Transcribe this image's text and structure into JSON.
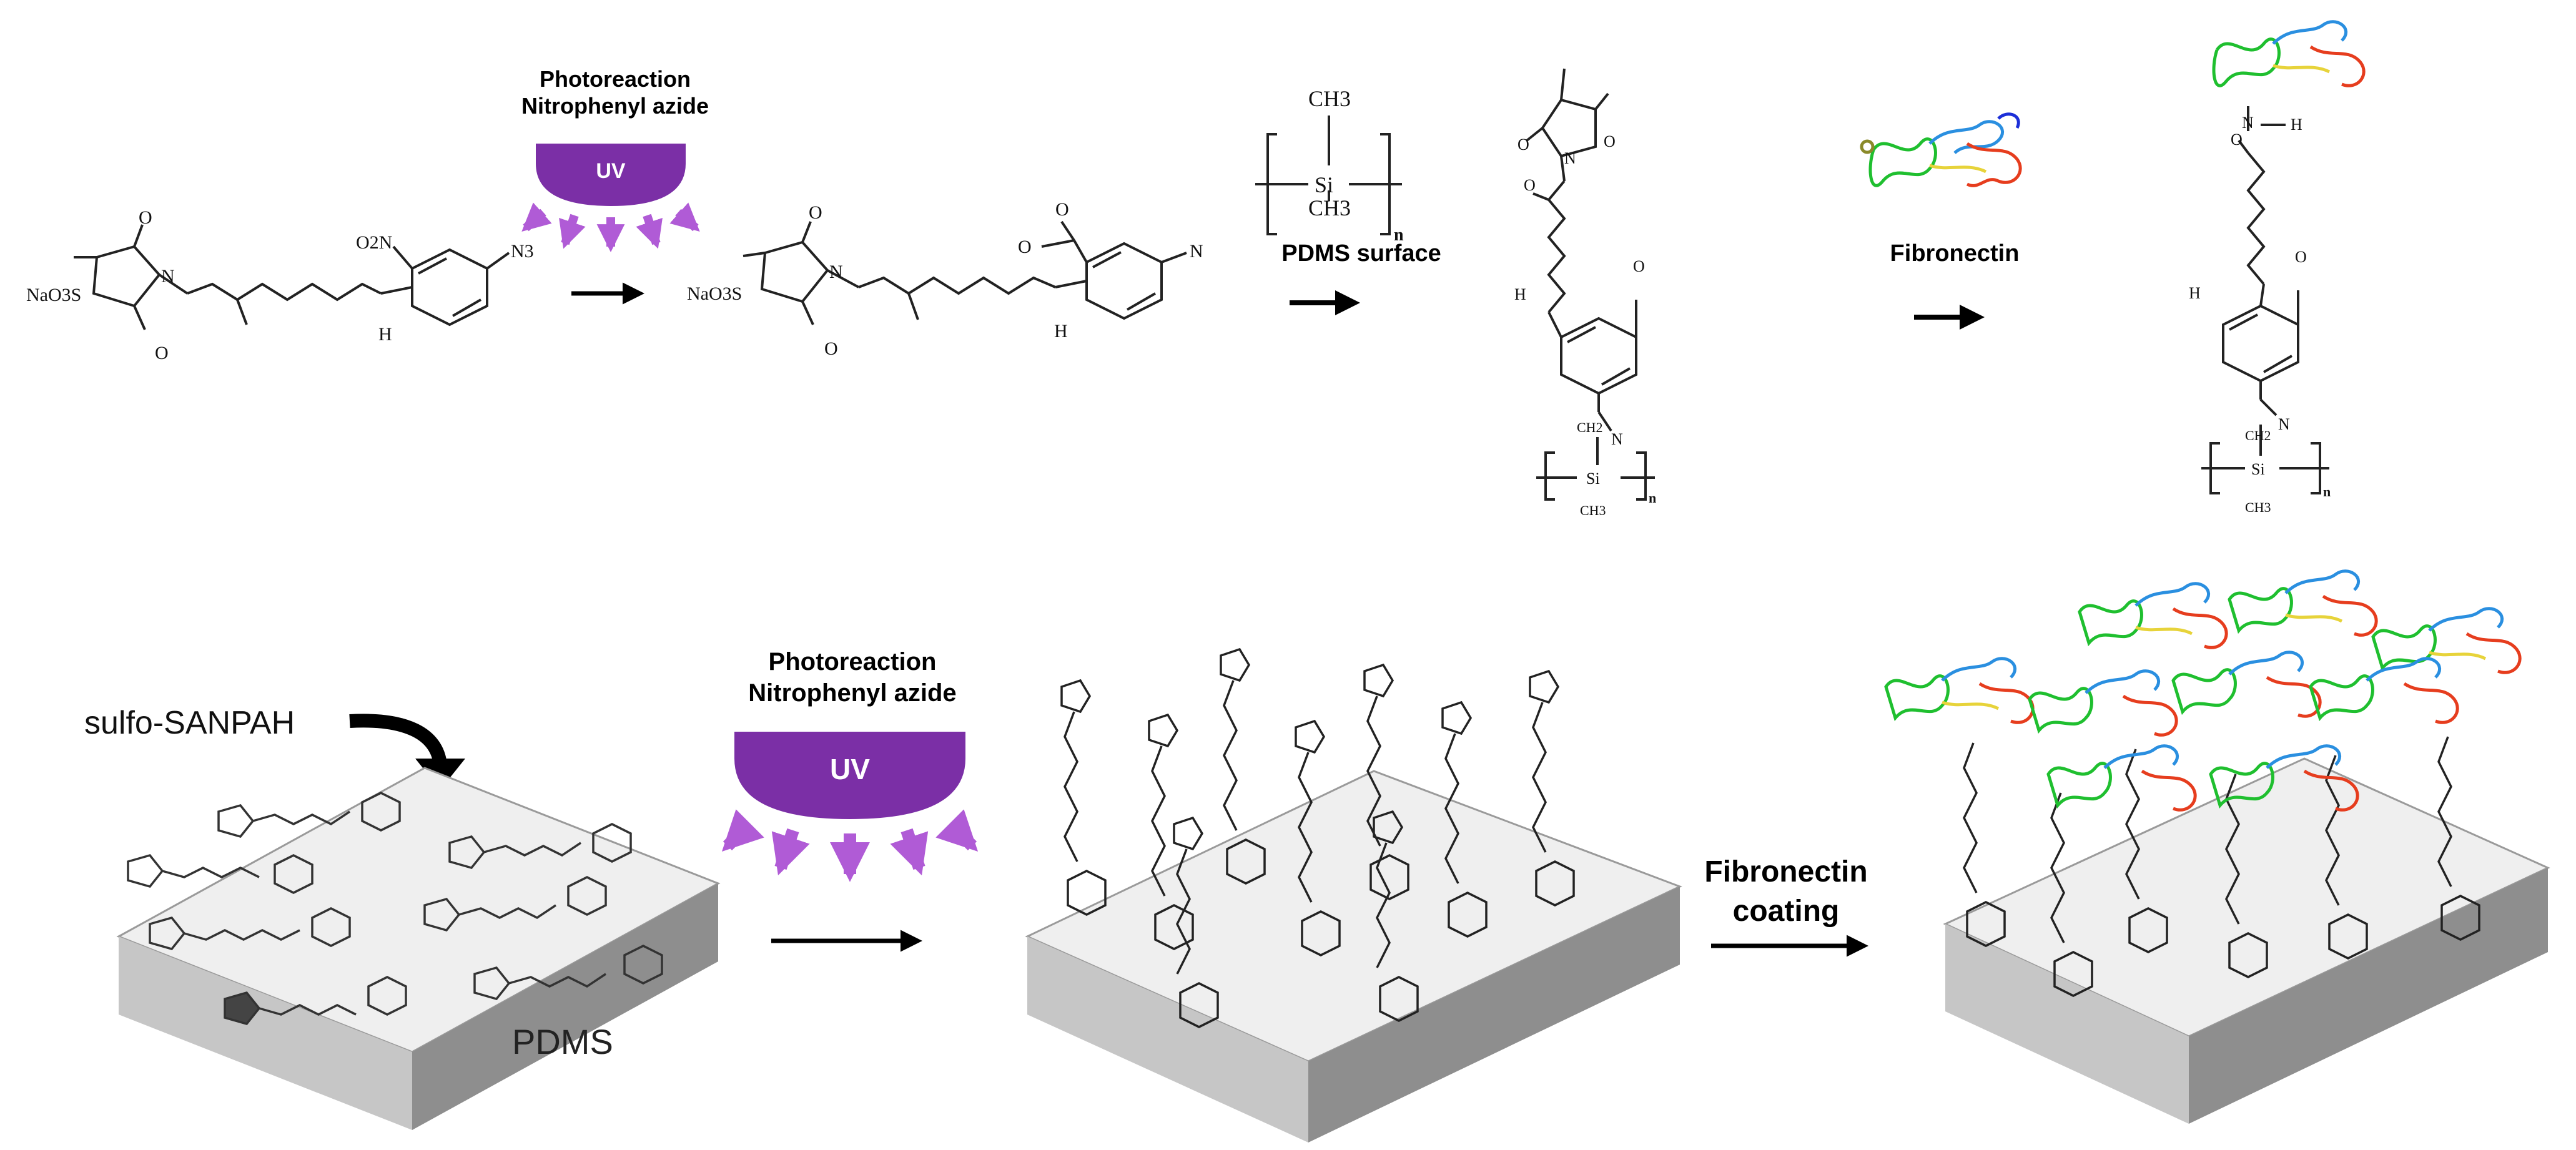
{
  "labels": {
    "photoreaction_top": "Photoreaction",
    "nitrophenyl_top": "Nitrophenyl azide",
    "uv_top": "UV",
    "pdms_surface": "PDMS surface",
    "fibronectin_top": "Fibronectin",
    "sulfo_sanpah": "sulfo-SANPAH",
    "pdms": "PDMS",
    "photoreaction_bottom": "Photoreaction",
    "nitrophenyl_bottom": "Nitrophenyl azide",
    "uv_bottom": "UV",
    "fibronectin_coating_1": "Fibronectin",
    "fibronectin_coating_2": "coating"
  },
  "chem": {
    "naos": "NaO3S",
    "o": "O",
    "n": "N",
    "nh": "H",
    "o2n": "O2N",
    "n3": "N3",
    "ch3": "CH3",
    "si": "Si",
    "sub_n": "n",
    "ch2": "CH2"
  },
  "colors": {
    "uv": "#7b2fa6",
    "uv_rays": "#b05bd6",
    "slab_top": "#efefef",
    "slab_front": "#c8c8c8",
    "slab_side": "#8f8f8f",
    "arrow": "#000000"
  }
}
